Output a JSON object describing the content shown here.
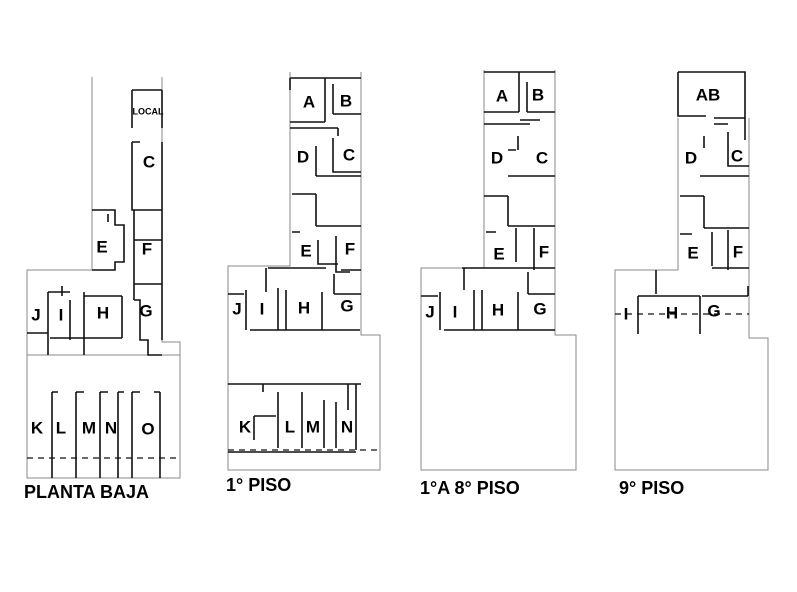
{
  "plans": [
    {
      "caption": "PLANTA BAJA",
      "local_label": "LOCAL",
      "units": [
        "C",
        "E",
        "F",
        "J",
        "I",
        "H",
        "G",
        "K",
        "L",
        "M",
        "N",
        "O"
      ]
    },
    {
      "caption": "1°  PISO",
      "units": [
        "A",
        "B",
        "D",
        "C",
        "E",
        "F",
        "J",
        "I",
        "H",
        "G",
        "K",
        "L",
        "M",
        "N"
      ]
    },
    {
      "caption": "1°A 8° PISO",
      "units": [
        "A",
        "B",
        "D",
        "C",
        "E",
        "F",
        "J",
        "I",
        "H",
        "G"
      ]
    },
    {
      "caption": "9° PISO",
      "units": [
        "AB",
        "D",
        "C",
        "E",
        "F",
        "I",
        "H",
        "G"
      ]
    }
  ]
}
